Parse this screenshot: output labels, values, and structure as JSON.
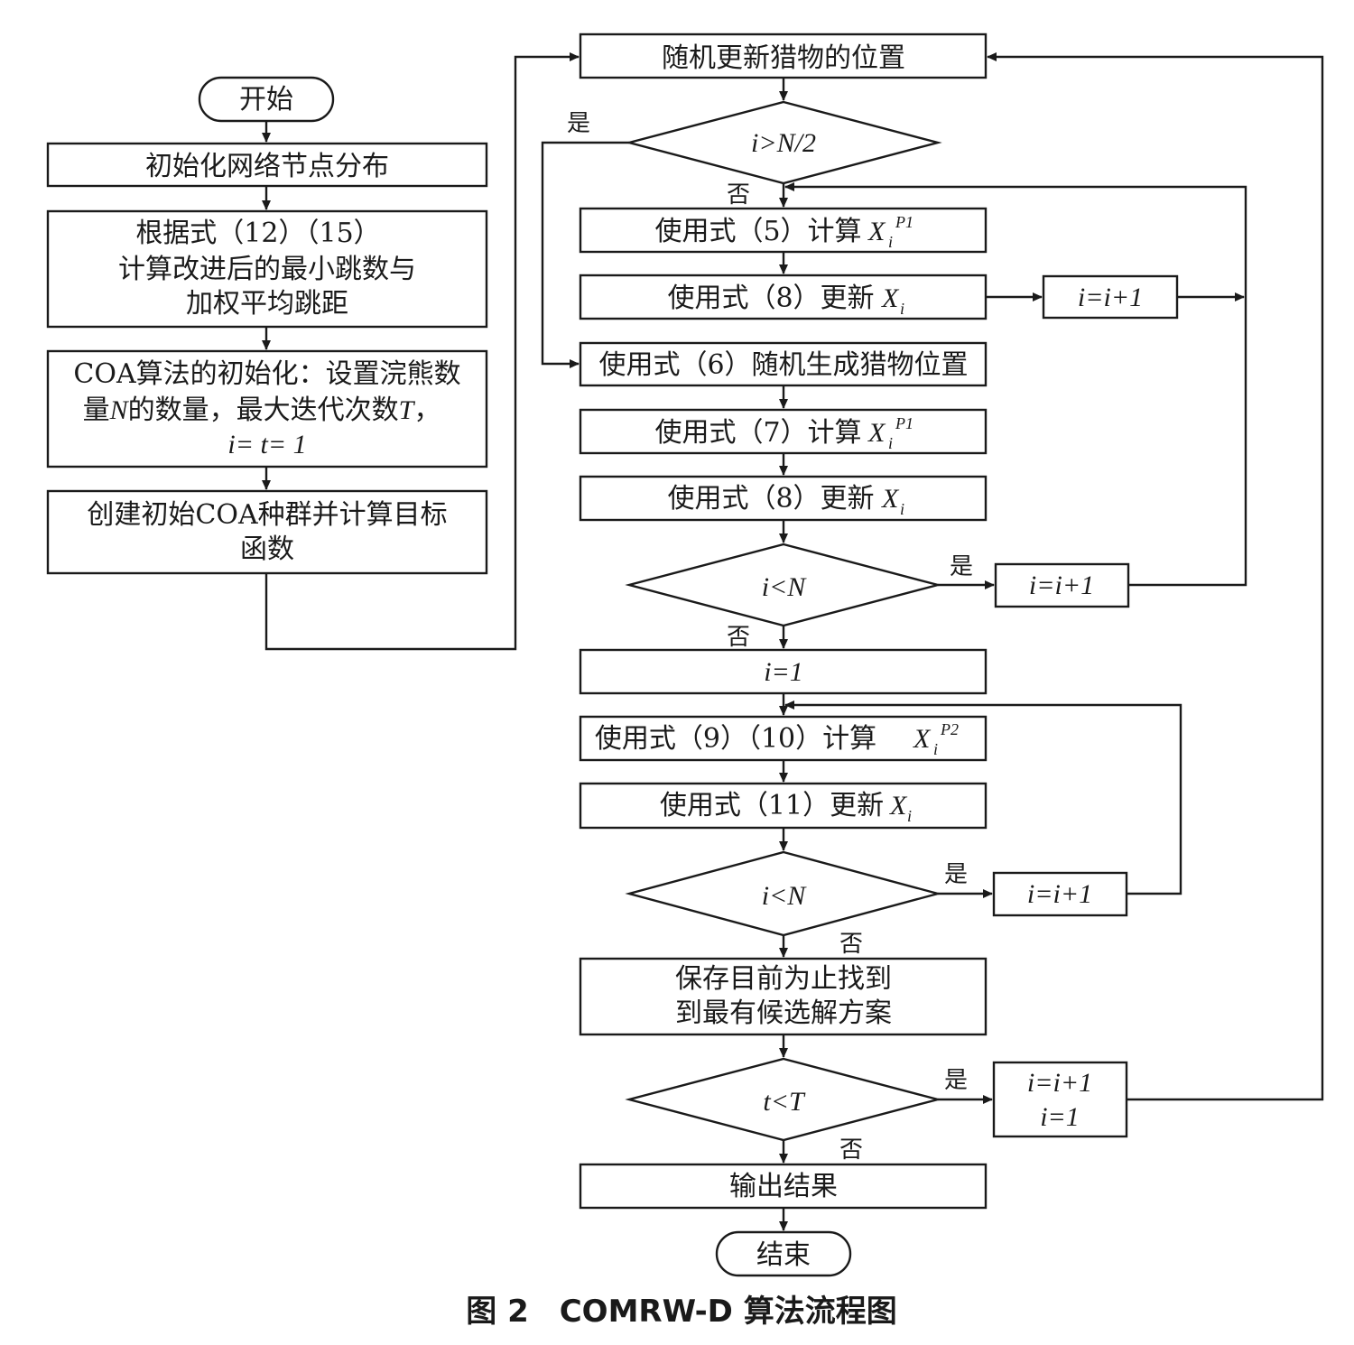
{
  "caption": "图 2　COMRW-D 算法流程图",
  "nodes": {
    "start": "开始",
    "init_network": "初始化网络节点分布",
    "eq12_15_line1": "根据式（12）（15）",
    "eq12_15_line2": "计算改进后的最小跳数与",
    "eq12_15_line3": "加权平均跳距",
    "coa_init_line1": "COA算法的初始化：设置浣熊数",
    "coa_init_line2a": "量",
    "coa_init_line2_N": "N",
    "coa_init_line2b": "的数量，最大迭代次数",
    "coa_init_line2_T": "T",
    "coa_init_line2c": "，",
    "coa_init_line3": "i= t= 1",
    "create_pop_line1": "创建初始COA种群并计算目标",
    "create_pop_line2": "函数",
    "random_update_prey": "随机更新猎物的位置",
    "cond_half": "i>N/2",
    "eq5_calc": "使用式（5）计算",
    "eq8_update_1": "使用式（8）更新",
    "inc_1": "i=i+1",
    "eq6_random_prey": "使用式（6）随机生成猎物位置",
    "eq7_calc": "使用式（7）计算",
    "eq8_update_2": "使用式（8）更新",
    "cond_lt_n_1": "i<N",
    "inc_2": "i=i+1",
    "set_i1": "i=1",
    "eq9_10_calc": "使用式（9）（10）计算",
    "eq11_update": "使用式（11）更新",
    "cond_lt_n_2": "i<N",
    "inc_3": "i=i+1",
    "save_best_line1": "保存目前为止找到",
    "save_best_line2": "到最有候选解方案",
    "cond_t": "t<T",
    "inc_t_line1": "i=i+1",
    "inc_t_line2": "i=1",
    "output": "输出结果",
    "end": "结束"
  },
  "symbols": {
    "X": "X",
    "sub_i": "i",
    "sup_p1": "P1",
    "sup_p2": "P2"
  },
  "labels": {
    "yes": "是",
    "no": "否"
  }
}
